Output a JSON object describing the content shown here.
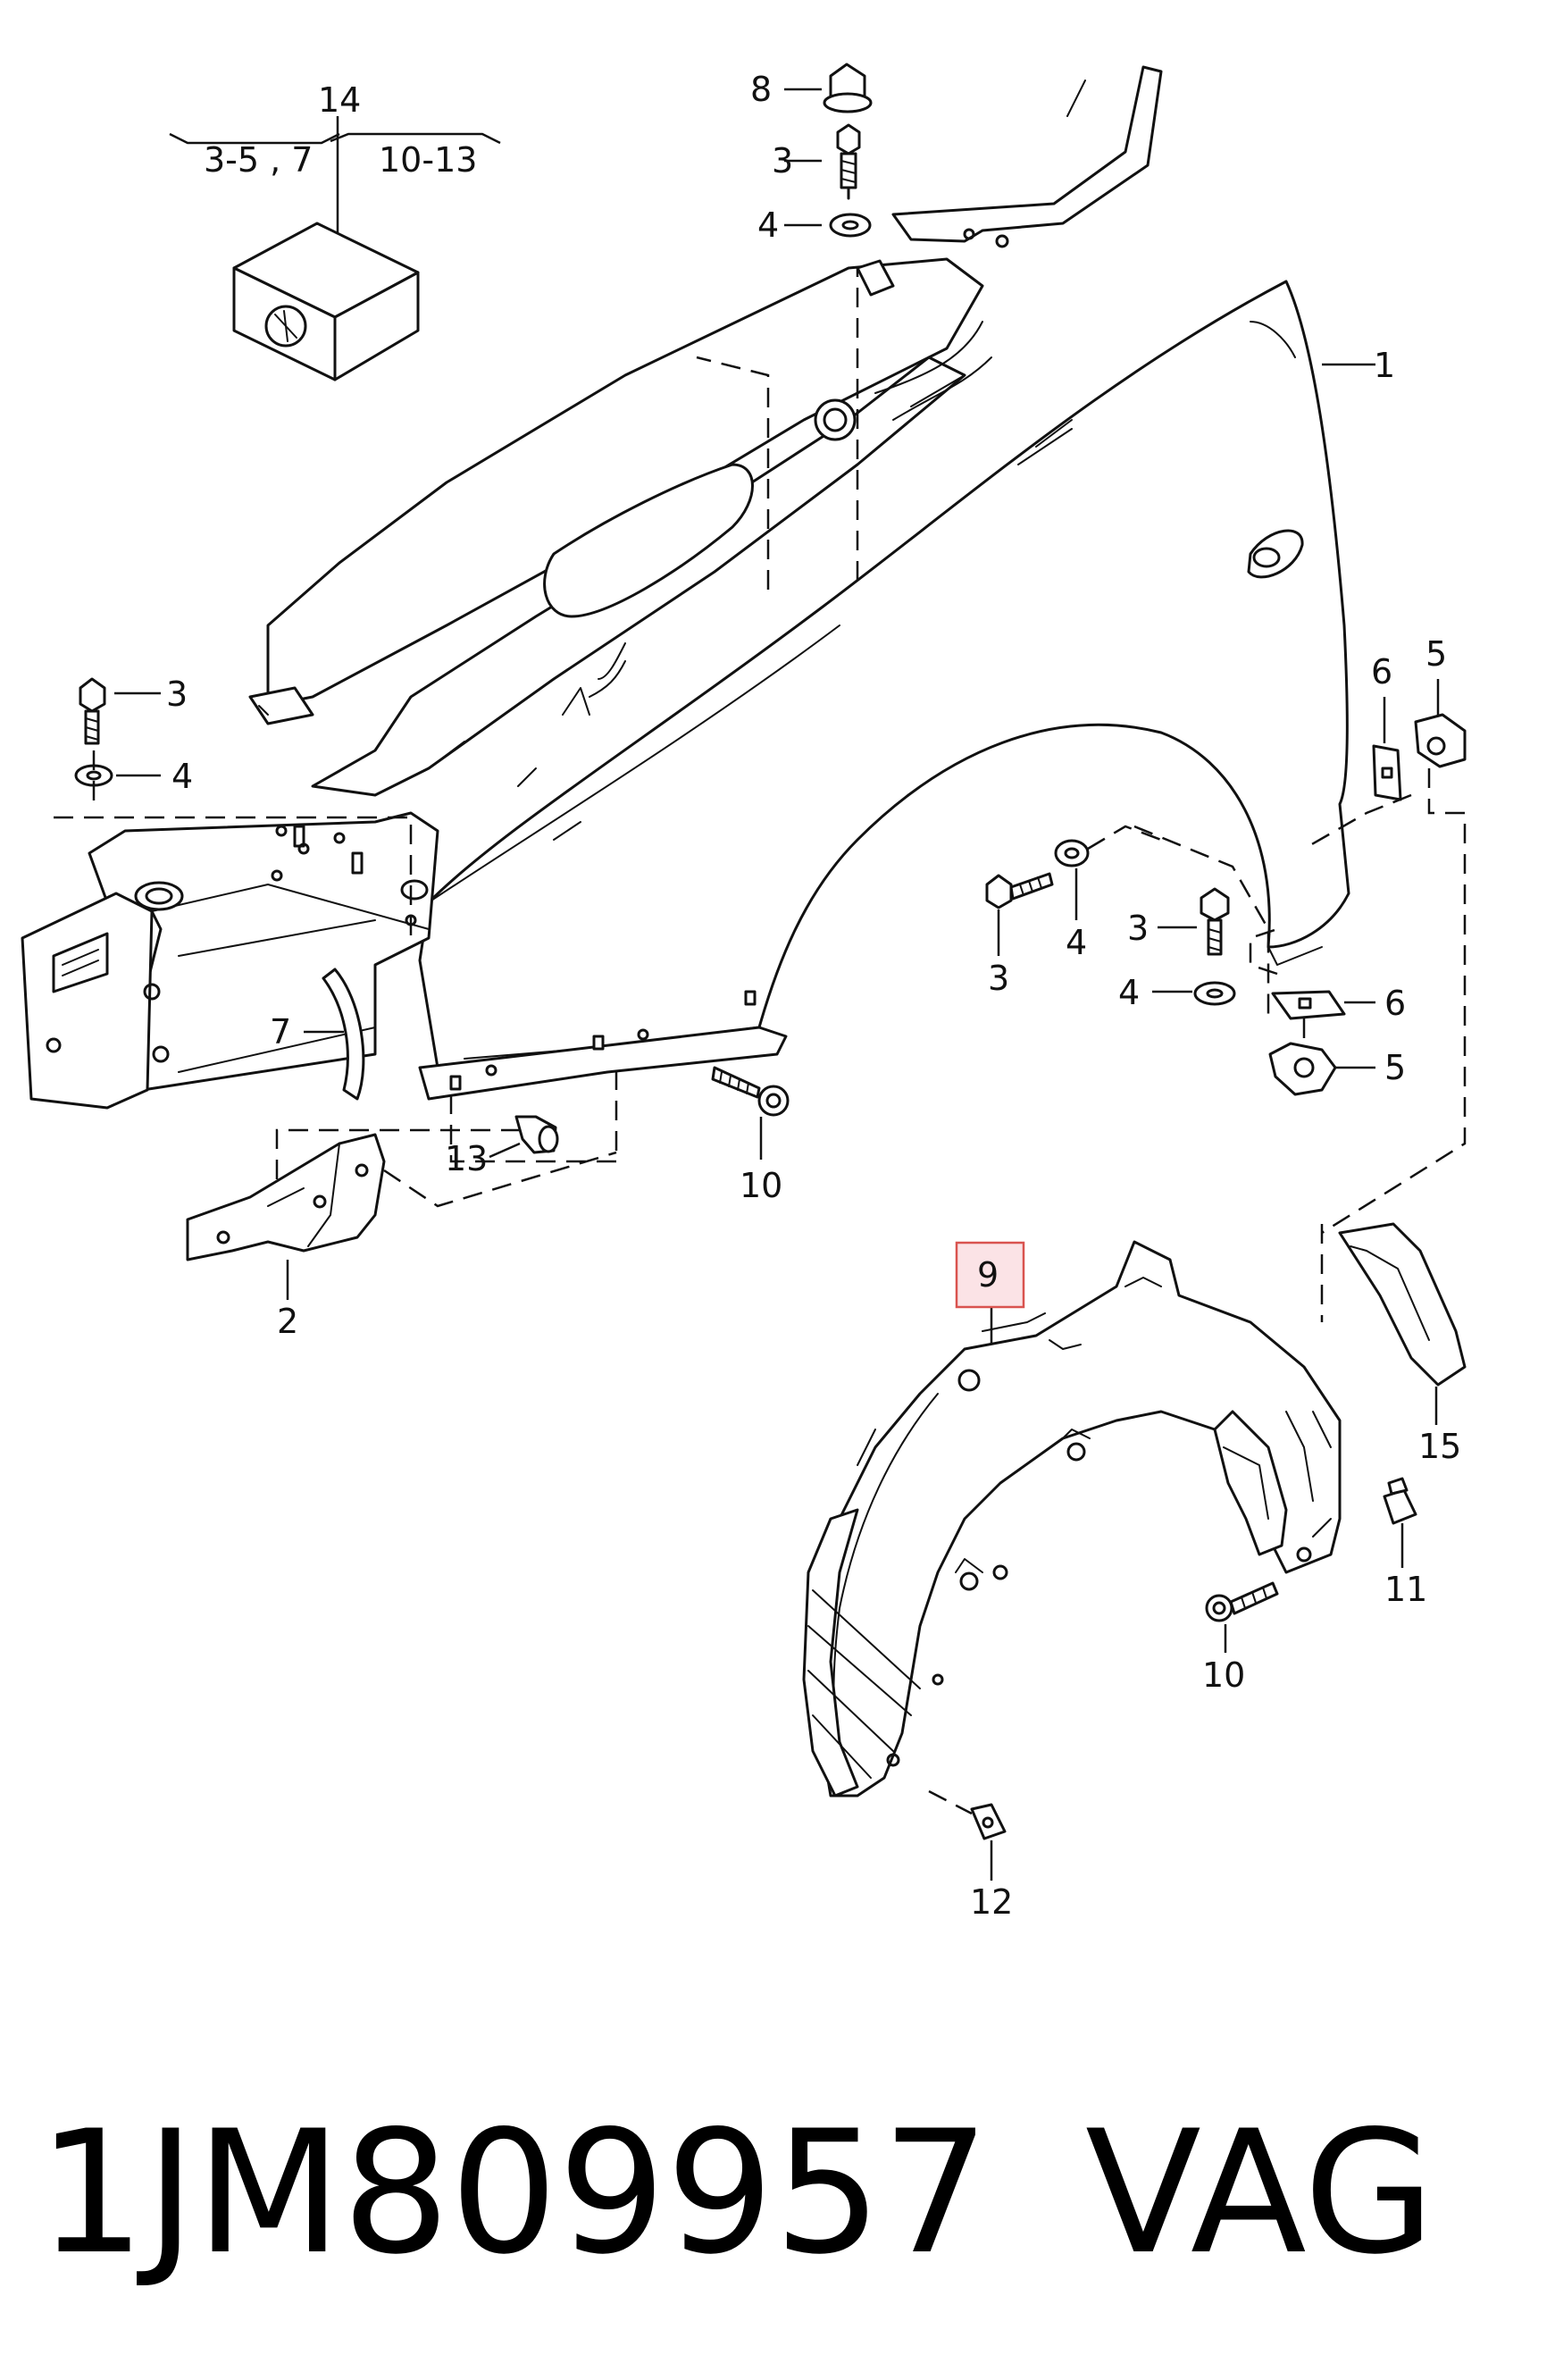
{
  "callouts": {
    "c1": "1",
    "c2": "2",
    "c3a": "3",
    "c3b": "3",
    "c3c": "3",
    "c3d": "3",
    "c4a": "4",
    "c4b": "4",
    "c4c": "4",
    "c4d": "4",
    "c5a": "5",
    "c5b": "5",
    "c6a": "6",
    "c6b": "6",
    "c7": "7",
    "c8": "8",
    "c9": "9",
    "c10a": "10",
    "c10b": "10",
    "c11": "11",
    "c12": "12",
    "c13": "13",
    "c14": "14",
    "c15": "15"
  },
  "kit": {
    "left_range": "3-5 , 7",
    "right_range": "10-13"
  },
  "footer": {
    "part_number": "1JM809957",
    "brand": "VAG"
  },
  "highlight": {
    "color": "#d9534f"
  }
}
